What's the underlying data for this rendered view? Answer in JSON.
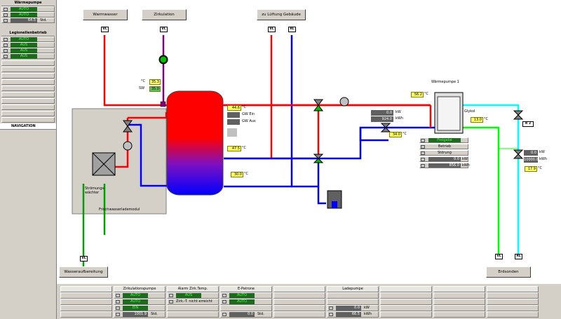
{
  "left_panel": {
    "waermepumpe": {
      "title": "Wärmepumpe",
      "status1": "AUTO",
      "status2": "AUTO",
      "hours": "64.5",
      "hours_unit": "Std."
    },
    "legionellen": {
      "title": "Legionellenbetrieb",
      "rows": [
        "AUTO",
        "AUS",
        "AUS",
        "AUS"
      ]
    },
    "navigation_label": "NAVIGATION"
  },
  "buttons": {
    "warmwasser": "Warmwasser",
    "zirkulation": "Zirkulation",
    "lueftung": "zu Lüftung Gebäude",
    "wasseraufbereitung": "Wasseraufbereitung",
    "erdsonden": "Erdsonden"
  },
  "tags": {
    "vl": "VL",
    "rl": "RL",
    "r2": "R 2"
  },
  "zirk_sensor": {
    "temp": "35.3",
    "temp_unit": "°C",
    "sw_label": "SW",
    "sw_value": "35.0"
  },
  "storage": {
    "temp_top": "44.6",
    "gw_ein_label": "GW Ein",
    "gw_aus_label": "GW Aus",
    "temp_mid": "47.5",
    "temp_bottom": "30.0",
    "unit": "°C"
  },
  "fwm": {
    "label": "Frischwasserlademodul",
    "stroemungswaechter": "Strömungs-\nwächter"
  },
  "heat_meter": {
    "kw": "0.0",
    "kw_unit": "kW",
    "kwh": "924.0",
    "kwh_unit": "kWh",
    "temp": "34.0",
    "temp_unit": "°C"
  },
  "heatpump": {
    "title": "Wärmepumpe 1",
    "temp_top": "56.2",
    "glykol_label": "Glykol",
    "glykol_temp": "13.0",
    "unit": "°C",
    "freigabe": "Freigabe",
    "betrieb": "Betrieb",
    "stoerung": "Störung",
    "kw": "0.0",
    "kw_unit": "kW",
    "kwh": "856.0",
    "kwh_unit": "kWh"
  },
  "ground_meter": {
    "kw": "0.0",
    "kw_unit": "kW",
    "kwh": "10000.0",
    "kwh_unit": "kWh",
    "temp": "17.9",
    "temp_unit": "°C"
  },
  "bottom": {
    "zirkulationspumpe": {
      "title": "Zirkulationspumpe",
      "r1": "AUTO",
      "r2": "AUTO",
      "r3": "EIN",
      "hours": "1001.9",
      "hours_unit": "Std."
    },
    "alarm": {
      "title": "Alarm Zirk.Temp.",
      "r1": "AUS",
      "r2_text": "Zirk.-T. nicht erreicht"
    },
    "epatrone": {
      "title": "E-Patrone",
      "r1": "AUTO",
      "r2": "AUTO",
      "kw": "0.0",
      "kw_unit": "Std."
    },
    "ladepumpe": {
      "title": "Ladepumpe",
      "kw": "0.0",
      "kw_unit": "kW",
      "kwh": "66.5",
      "kwh_unit": "kWh"
    }
  },
  "colors": {
    "hot": "#ff0000",
    "cold": "#0000ff",
    "zirk": "#800080",
    "ground": "#00ffff",
    "drinking": "#00a000",
    "status_bg": "#1e6b1e",
    "status_fg": "#54ff54"
  }
}
